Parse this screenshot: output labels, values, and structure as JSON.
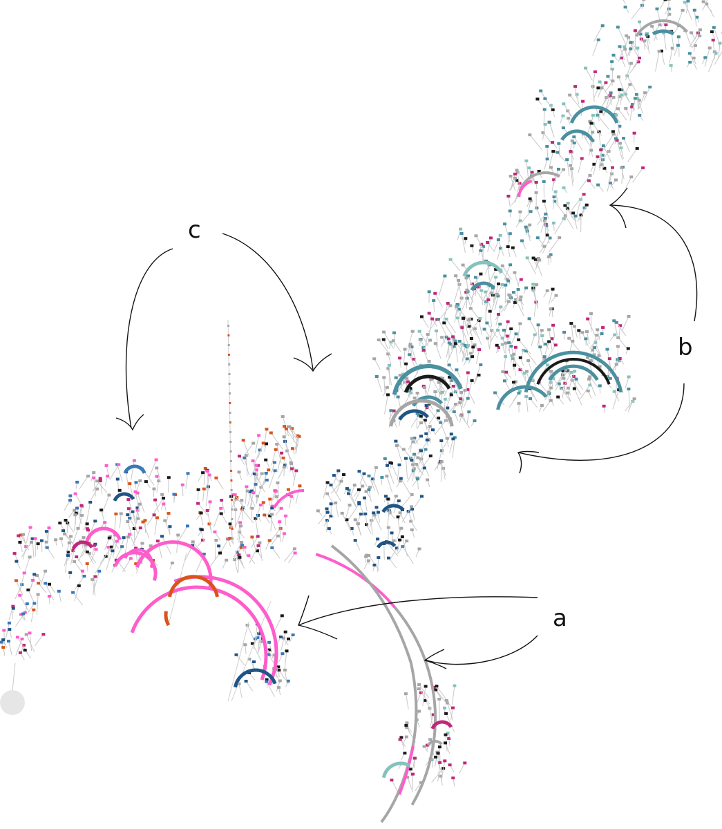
{
  "labels": {
    "a": "a",
    "b": "b",
    "c": "c"
  },
  "colors": {
    "pink": "#ff5ccc",
    "magenta": "#c0277a",
    "teal": "#4a90a0",
    "light_teal": "#86c2bd",
    "navy": "#1f5586",
    "blue": "#3a78b8",
    "orange": "#d9541a",
    "gray": "#a6a6a6",
    "dark": "#1a1a1a",
    "root": "#e6e6e6"
  }
}
